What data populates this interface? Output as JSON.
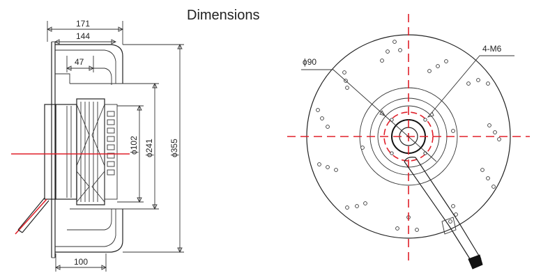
{
  "title": "Dimensions",
  "side_view": {
    "dim_171": "171",
    "dim_144": "144",
    "dim_47": "47",
    "dim_100": "100",
    "dim_102": "ϕ102",
    "dim_241": "ϕ241",
    "dim_355": "ϕ355"
  },
  "front_view": {
    "bolt_circle": "ϕ90",
    "bolt_holes": "4-M6"
  },
  "colors": {
    "centerline": "#e0202a",
    "outline": "#222222"
  }
}
